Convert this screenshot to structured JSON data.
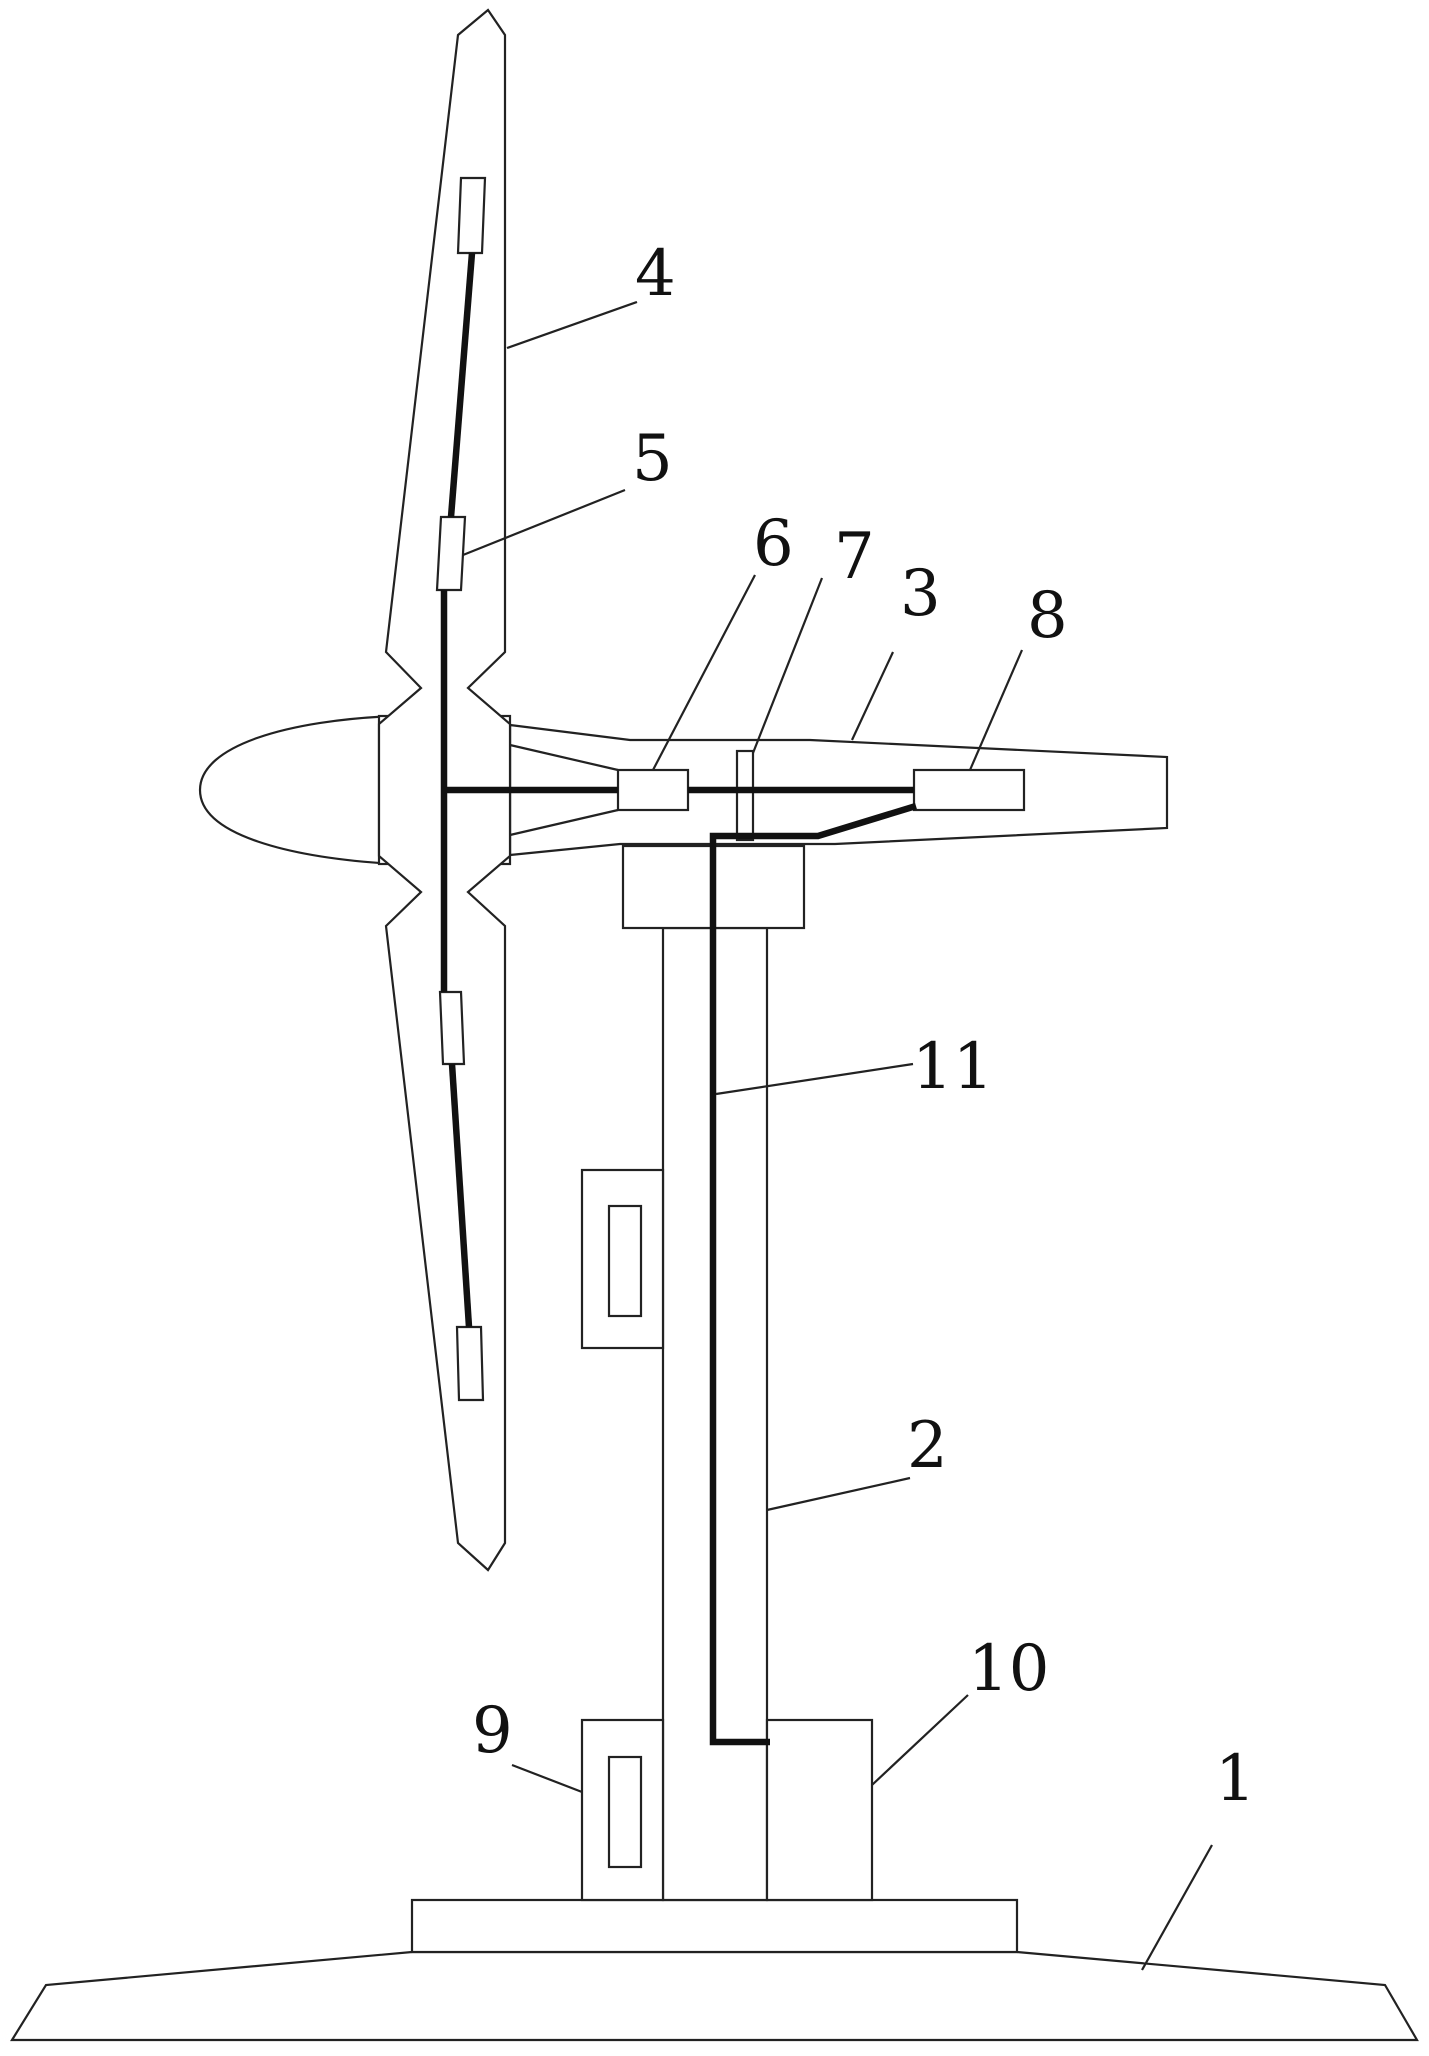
{
  "labels": {
    "base": "1",
    "tower": "2",
    "nacelle": "3",
    "blade": "4",
    "blade_joint": "5",
    "gearbox": "6",
    "bearing_support": "7",
    "generator": "8",
    "side_box": "9",
    "control_box": "10",
    "cable": "11"
  },
  "colors": {
    "line": "#222222",
    "shaft": "#111111",
    "background": "#ffffff"
  }
}
